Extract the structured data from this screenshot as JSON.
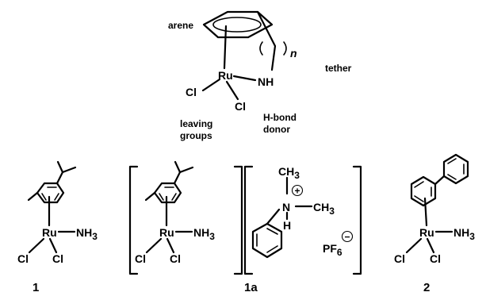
{
  "top": {
    "arene": "arene",
    "n": "n",
    "tether": "tether",
    "ru": "Ru",
    "nh": "NH",
    "cl": "Cl",
    "leaving_groups_line1": "leaving",
    "leaving_groups_line2": "groups",
    "donor_line1": "H-bond",
    "donor_line2": "donor"
  },
  "compounds": [
    {
      "label": "1",
      "ru": "Ru",
      "ligand": "NH",
      "ligand_sub": "3",
      "cl": "Cl"
    },
    {
      "label": "1a",
      "ru": "Ru",
      "ligand": "NH",
      "ligand_sub": "3",
      "cl": "Cl"
    },
    {
      "label": "2",
      "ru": "Ru",
      "ligand": "NH",
      "ligand_sub": "3",
      "cl": "Cl"
    }
  ],
  "counterion": {
    "ch3_1": "CH",
    "ch3_2": "CH",
    "ch3_sub": "3",
    "n": "N",
    "h": "H",
    "plus": "+",
    "pf": "PF",
    "pf_sub": "6",
    "minus": "−"
  }
}
